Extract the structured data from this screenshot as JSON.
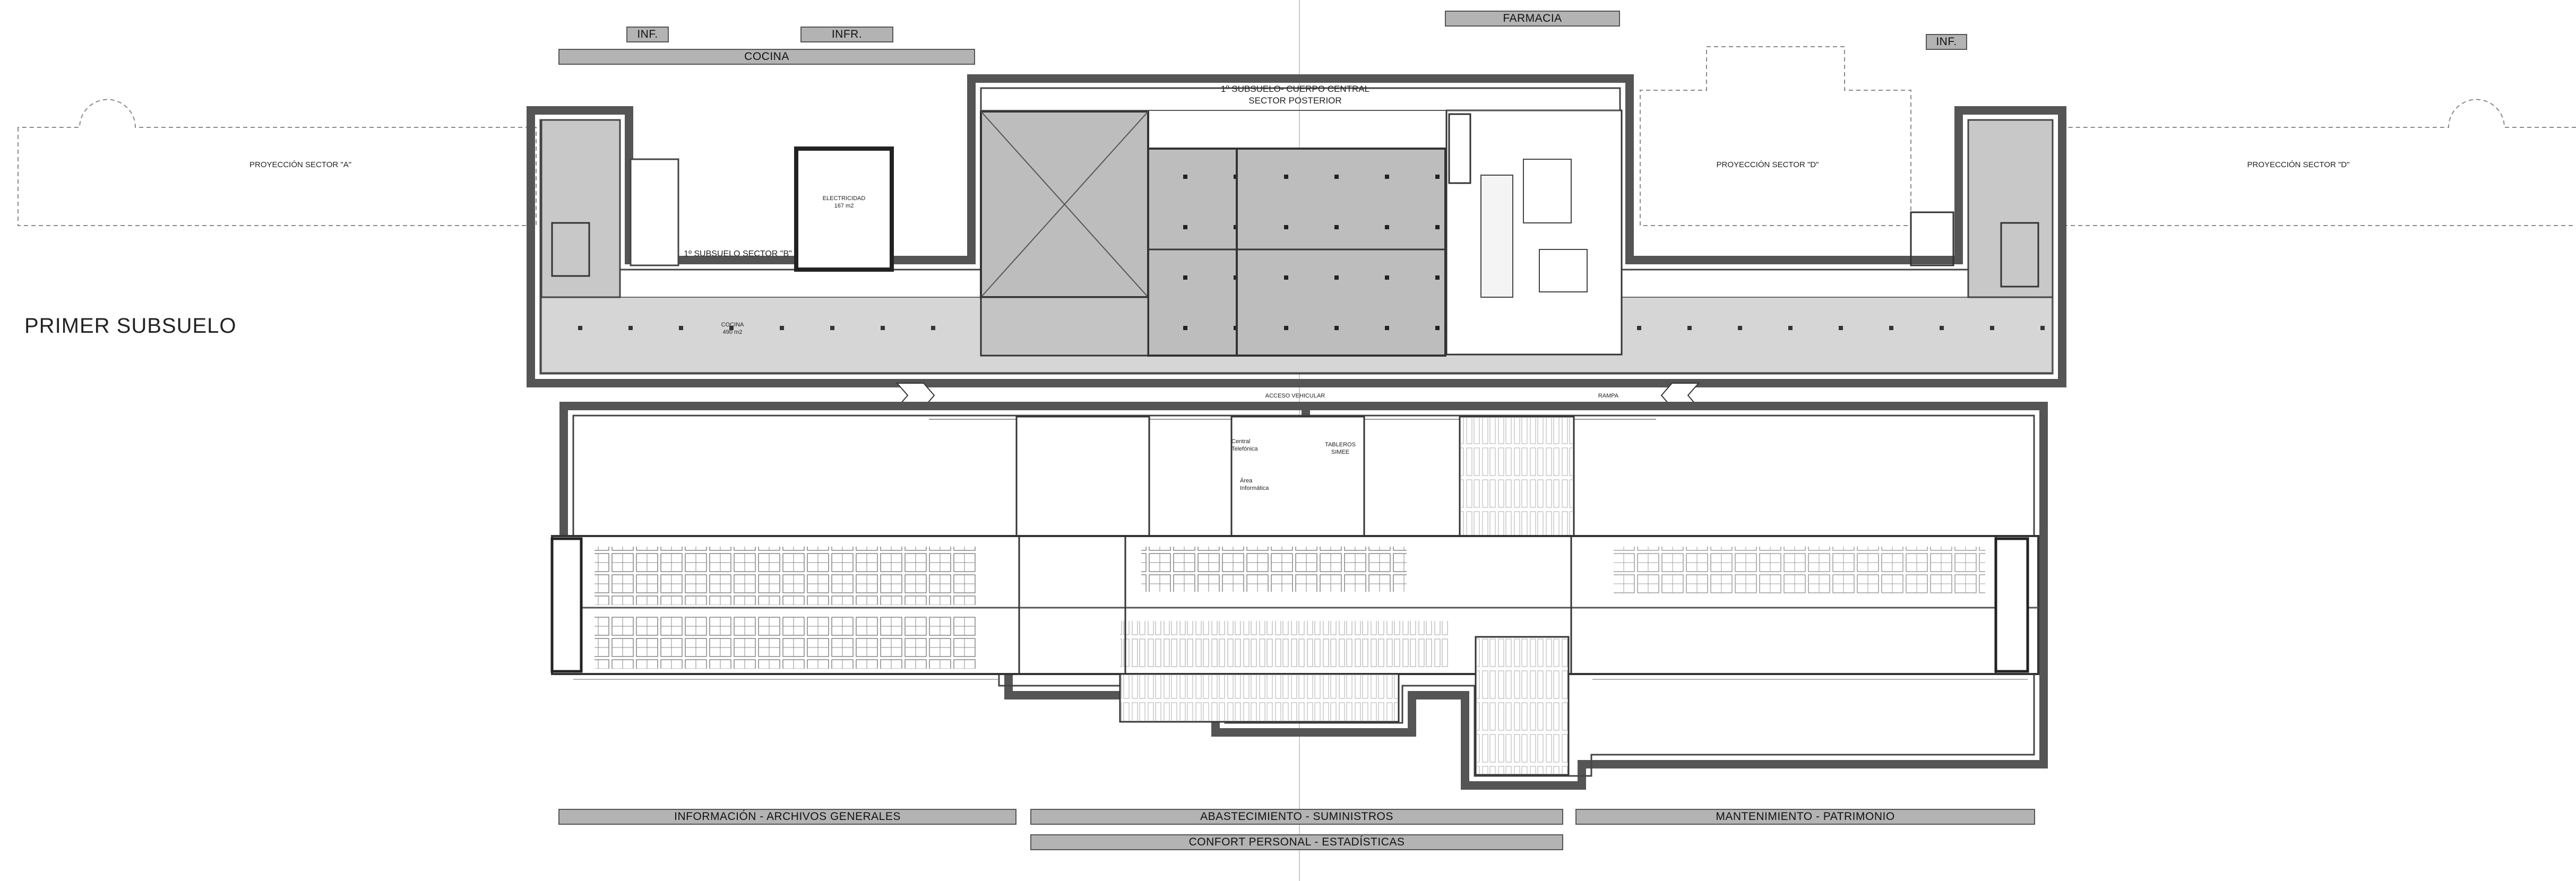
{
  "title": "PRIMER SUBSUELO",
  "top_tags": {
    "inf_left": "INF.",
    "infr": "INFR.",
    "cocina": "COCINA",
    "farmacia": "FARMACIA",
    "inf_right": "INF."
  },
  "bottom_tags": {
    "informacion": "INFORMACIÓN - ARCHIVOS GENERALES",
    "abastecimiento": "ABASTECIMIENTO - SUMINISTROS",
    "mantenimiento": "MANTENIMIENTO - PATRIMONIO",
    "confort": "CONFORT PERSONAL - ESTADÍSTICAS"
  },
  "labels": {
    "proyeccion_a": "PROYECCIÓN SECTOR \"A\"",
    "proyeccion_d_mid": "PROYECCIÓN SECTOR \"D\"",
    "proyeccion_d_right": "PROYECCIÓN SECTOR \"D\"",
    "central_line1": "1º SUBSUELO- CUERPO CENTRAL",
    "central_line2": "SECTOR POSTERIOR",
    "subsuelo_b": "1º SUBSUELO SECTOR \"B\"",
    "electricidad": "ELECTRICIDAD",
    "electricidad_area": "167 m2",
    "cocina_room": "COCINA",
    "cocina_area": "490 m2",
    "acceso_vehicular": "ACCESO VEHICULAR",
    "rampa": "RAMPA",
    "central_telefonica_1": "Central",
    "central_telefonica_2": "Telefónica",
    "area_informatica_1": "Área",
    "area_informatica_2": "Informática",
    "tableros_1": "TABLEROS",
    "tableros_2": "SIMEE"
  },
  "colors": {
    "tag_fill": "#b3b3b3",
    "room_fill": "#c8c8c8",
    "wall": "#555555"
  }
}
